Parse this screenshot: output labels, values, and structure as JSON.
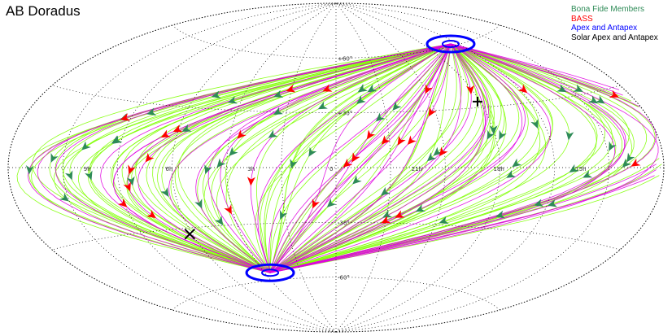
{
  "chart_data": {
    "type": "scatter",
    "title": "AB Doradus",
    "projection": "aitoff",
    "legend": [
      {
        "label": "Bona Fide Members",
        "color": "#2e8b57"
      },
      {
        "label": "BASS",
        "color": "#ff0000"
      },
      {
        "label": "Apex and Antapex",
        "color": "#0000ff"
      },
      {
        "label": "Solar Apex and Antapex",
        "color": "#000000"
      }
    ],
    "legend_position": "top-right",
    "lon_tick_labels": [
      "15h",
      "18h",
      "21h",
      "0",
      "3h",
      "6h",
      "9h"
    ],
    "lat_tick_labels": [
      "+60°",
      "+30°",
      "-30°",
      "-60°"
    ],
    "grid": true,
    "colors": {
      "bona_fide_tracks": "#7fff00",
      "bass_tracks": "#e000e0",
      "bona_fide_arrows": "#2e8b57",
      "bass_arrows": "#ff0000",
      "apex": "#0000ff",
      "solar": "#000000"
    },
    "series": [
      {
        "name": "Bona Fide Members",
        "n_tracks": 90,
        "n_arrows": 60
      },
      {
        "name": "BASS",
        "n_tracks": 40,
        "n_arrows": 30
      },
      {
        "name": "Apex and Antapex",
        "points": [
          [
            -7.6,
            61
          ],
          [
            3.7,
            -56
          ]
        ]
      },
      {
        "name": "Solar Apex and Antapex",
        "points": [
          [
            -5.9,
            33
          ],
          [
            6.1,
            -33
          ]
        ]
      }
    ]
  }
}
